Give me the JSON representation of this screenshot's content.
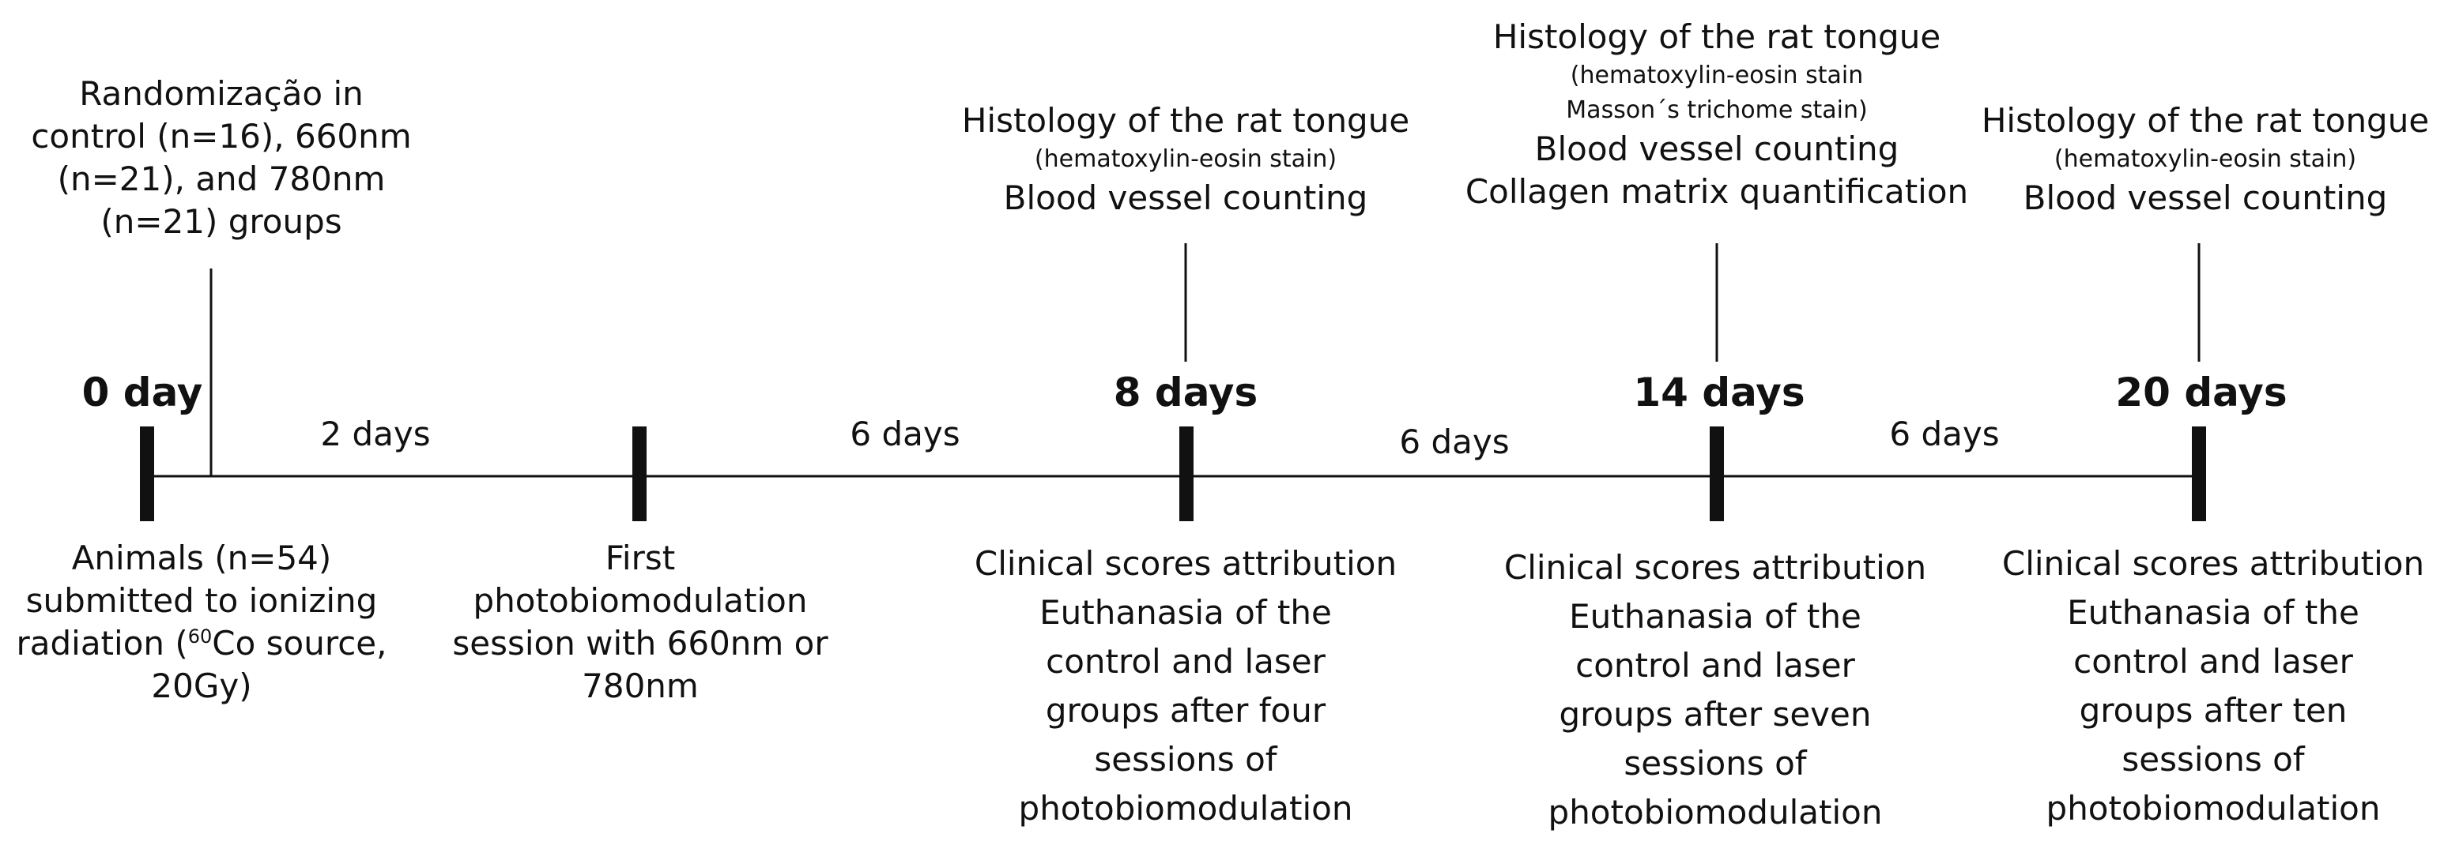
{
  "timeline": {
    "days": [
      {
        "label": "0 day"
      },
      {
        "label": "8 days"
      },
      {
        "label": "14 days"
      },
      {
        "label": "20 days"
      }
    ],
    "intervals": [
      "2 days",
      "6 days",
      "6 days",
      "6 days"
    ]
  },
  "randomization": {
    "lines": [
      "Randomização in",
      "control (n=16), 660nm",
      "(n=21), and 780nm",
      "(n=21) groups"
    ]
  },
  "animals": {
    "line1": "Animals (n=54)",
    "line2": "submitted to ionizing",
    "line3_pre": "radiation (",
    "line3_sup": "60",
    "line3_post": "Co source,",
    "line4": "20Gy)"
  },
  "first_session": {
    "lines": [
      "First",
      "photobiomodulation",
      "session with 660nm or",
      "780nm"
    ]
  },
  "histology_8": {
    "title": "Histology of the rat tongue",
    "stain": "(hematoxylin-eosin stain)",
    "analysis": "Blood vessel counting"
  },
  "histology_14": {
    "title": "Histology of the rat tongue",
    "stain1": "(hematoxylin-eosin stain",
    "stain2": "Masson´s trichome stain)",
    "analysis1": "Blood vessel counting",
    "analysis2": "Collagen matrix quantification"
  },
  "histology_20": {
    "title": "Histology of the rat tongue",
    "stain": "(hematoxylin-eosin stain)",
    "analysis": "Blood vessel counting"
  },
  "outcome_8": {
    "lines": [
      "Clinical scores attribution",
      "Euthanasia of the",
      "control and laser",
      "groups after four",
      "sessions of",
      "photobiomodulation"
    ]
  },
  "outcome_14": {
    "lines": [
      "Clinical scores attribution",
      "Euthanasia of the",
      "control and laser",
      "groups after seven",
      "sessions of",
      "photobiomodulation"
    ]
  },
  "outcome_20": {
    "lines": [
      "Clinical scores attribution",
      "Euthanasia of the",
      "control and laser",
      "groups after ten",
      "sessions of",
      "photobiomodulation"
    ]
  },
  "colors": {
    "line": "#111111",
    "text": "#111111"
  }
}
